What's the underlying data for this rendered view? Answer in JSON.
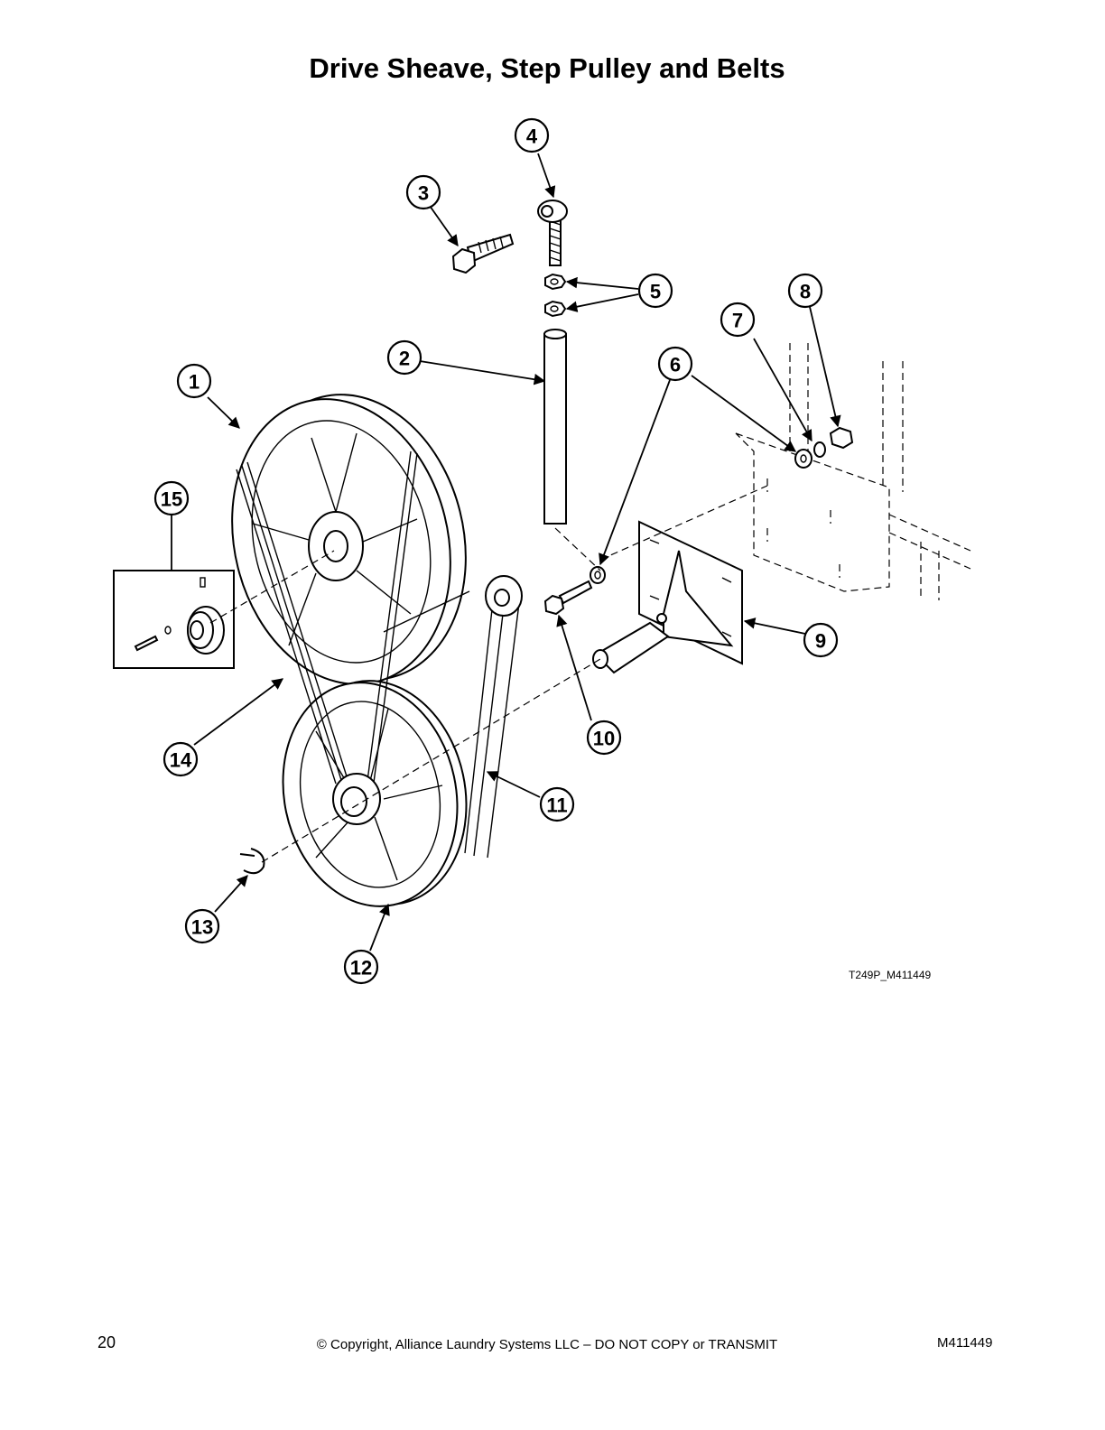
{
  "title": "Drive Sheave, Step Pulley and Belts",
  "callouts": [
    "1",
    "2",
    "3",
    "4",
    "5",
    "6",
    "7",
    "8",
    "9",
    "10",
    "11",
    "12",
    "13",
    "14",
    "15"
  ],
  "drawing_code": "T249P_M411449",
  "footer": {
    "page_number": "20",
    "copyright": "© Copyright, Alliance Laundry Systems LLC – DO NOT COPY or TRANSMIT",
    "doc_number": "M411449"
  }
}
